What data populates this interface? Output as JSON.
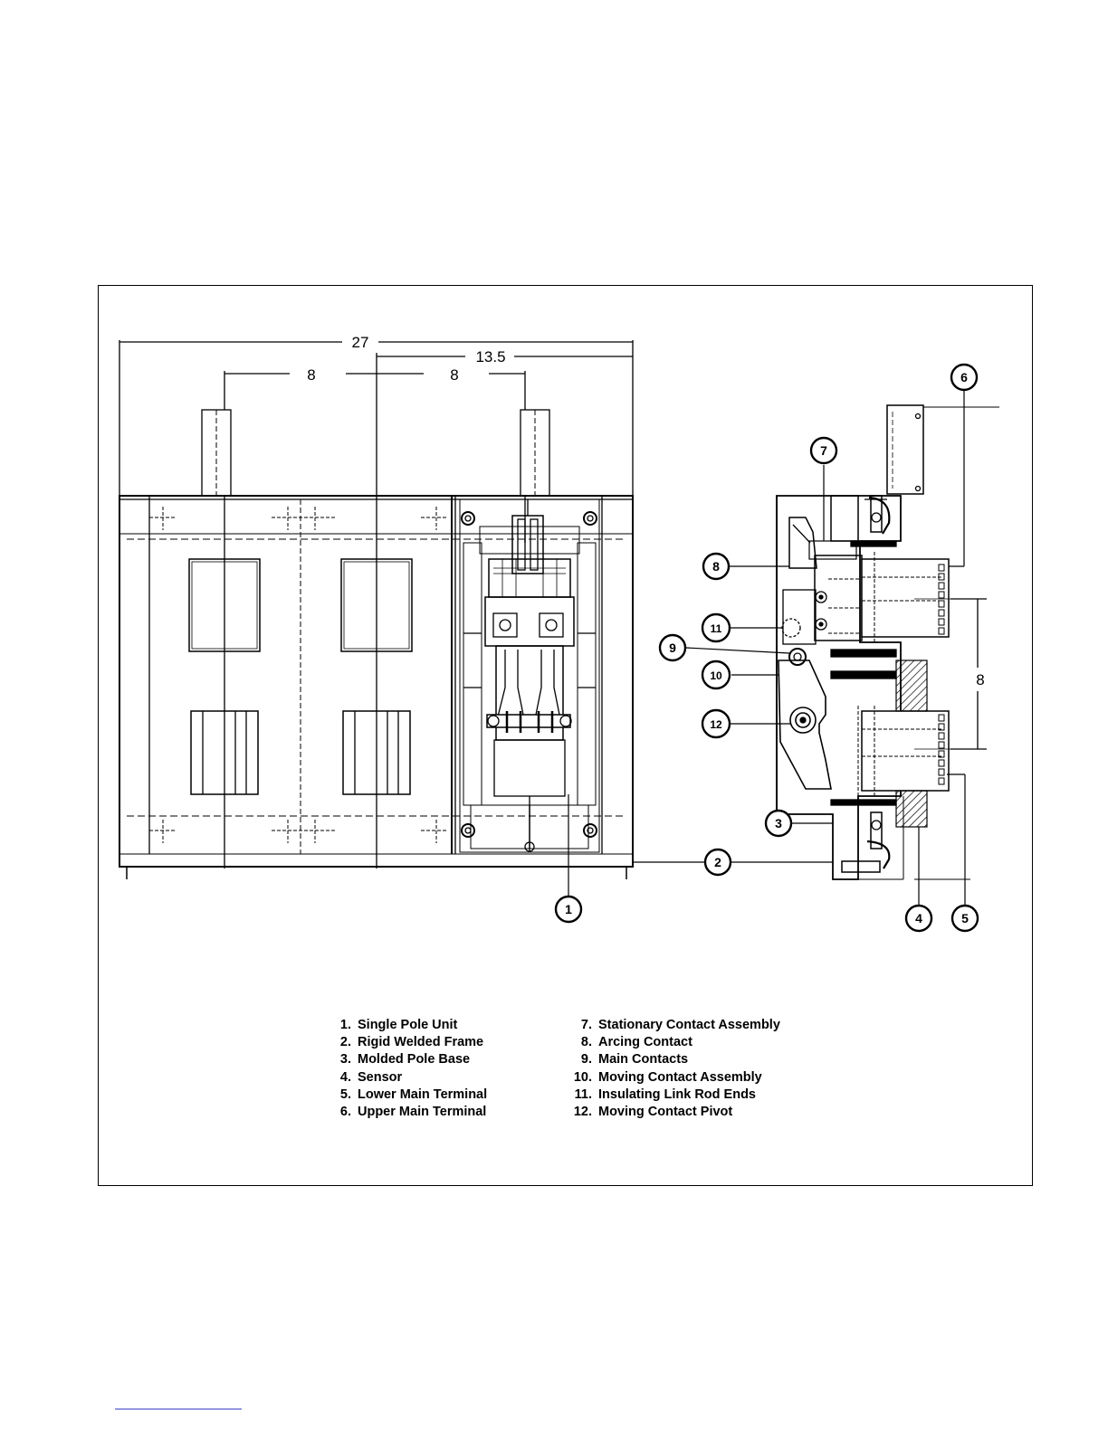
{
  "dimensions": {
    "overall_width": "27",
    "half_width": "13.5",
    "pole_spacing_left": "8",
    "pole_spacing_right": "8",
    "terminal_spacing": "8"
  },
  "callouts": [
    "1",
    "2",
    "3",
    "4",
    "5",
    "6",
    "7",
    "8",
    "9",
    "10",
    "11",
    "12"
  ],
  "legend": {
    "left": [
      {
        "num": "1.",
        "label": "Single Pole Unit"
      },
      {
        "num": "2.",
        "label": "Rigid Welded Frame"
      },
      {
        "num": "3.",
        "label": "Molded Pole Base"
      },
      {
        "num": "4.",
        "label": "Sensor"
      },
      {
        "num": "5.",
        "label": "Lower Main Terminal"
      },
      {
        "num": "6.",
        "label": "Upper Main Terminal"
      }
    ],
    "right": [
      {
        "num": "7.",
        "label": "Stationary Contact Assembly"
      },
      {
        "num": "8.",
        "label": "Arcing Contact"
      },
      {
        "num": "9.",
        "label": "Main Contacts"
      },
      {
        "num": "10.",
        "label": "Moving Contact Assembly"
      },
      {
        "num": "11.",
        "label": "Insulating Link Rod Ends"
      },
      {
        "num": "12.",
        "label": "Moving Contact Pivot"
      }
    ]
  },
  "colors": {
    "ink": "#000000",
    "hatch": "#000000",
    "footnote_rule": "#3b44c9"
  }
}
